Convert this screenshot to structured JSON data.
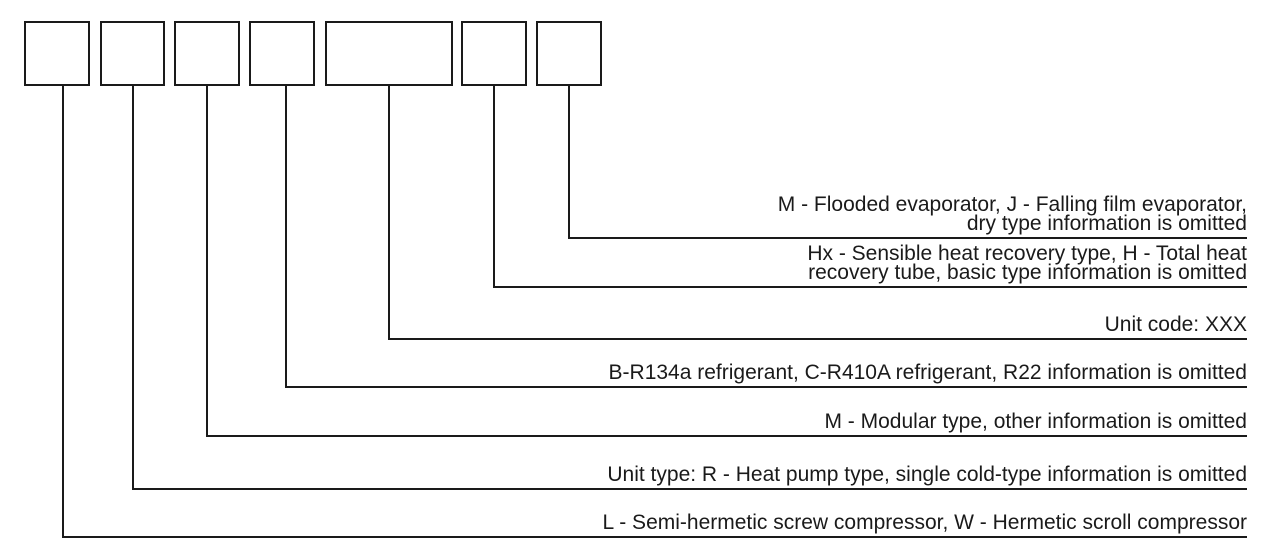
{
  "diagram": {
    "colors": {
      "stroke": "#1a1a1a",
      "text": "#1a1a1a",
      "background": "#ffffff"
    },
    "descriptions": [
      {
        "lines": [
          "L - Semi-hermetic screw compressor, W - Hermetic scroll compressor"
        ]
      },
      {
        "lines": [
          "Unit type: R - Heat pump type, single cold-type information is omitted"
        ]
      },
      {
        "lines": [
          "M - Modular type, other information is omitted"
        ]
      },
      {
        "lines": [
          "B-R134a refrigerant, C-R410A refrigerant, R22 information is omitted"
        ]
      },
      {
        "lines": [
          "Unit code: XXX"
        ]
      },
      {
        "lines": [
          "Hx - Sensible heat recovery type, H - Total heat",
          "recovery tube, basic type information is omitted"
        ]
      },
      {
        "lines": [
          "M - Flooded evaporator, J - Falling film evaporator,",
          "dry type information is omitted"
        ]
      }
    ]
  }
}
